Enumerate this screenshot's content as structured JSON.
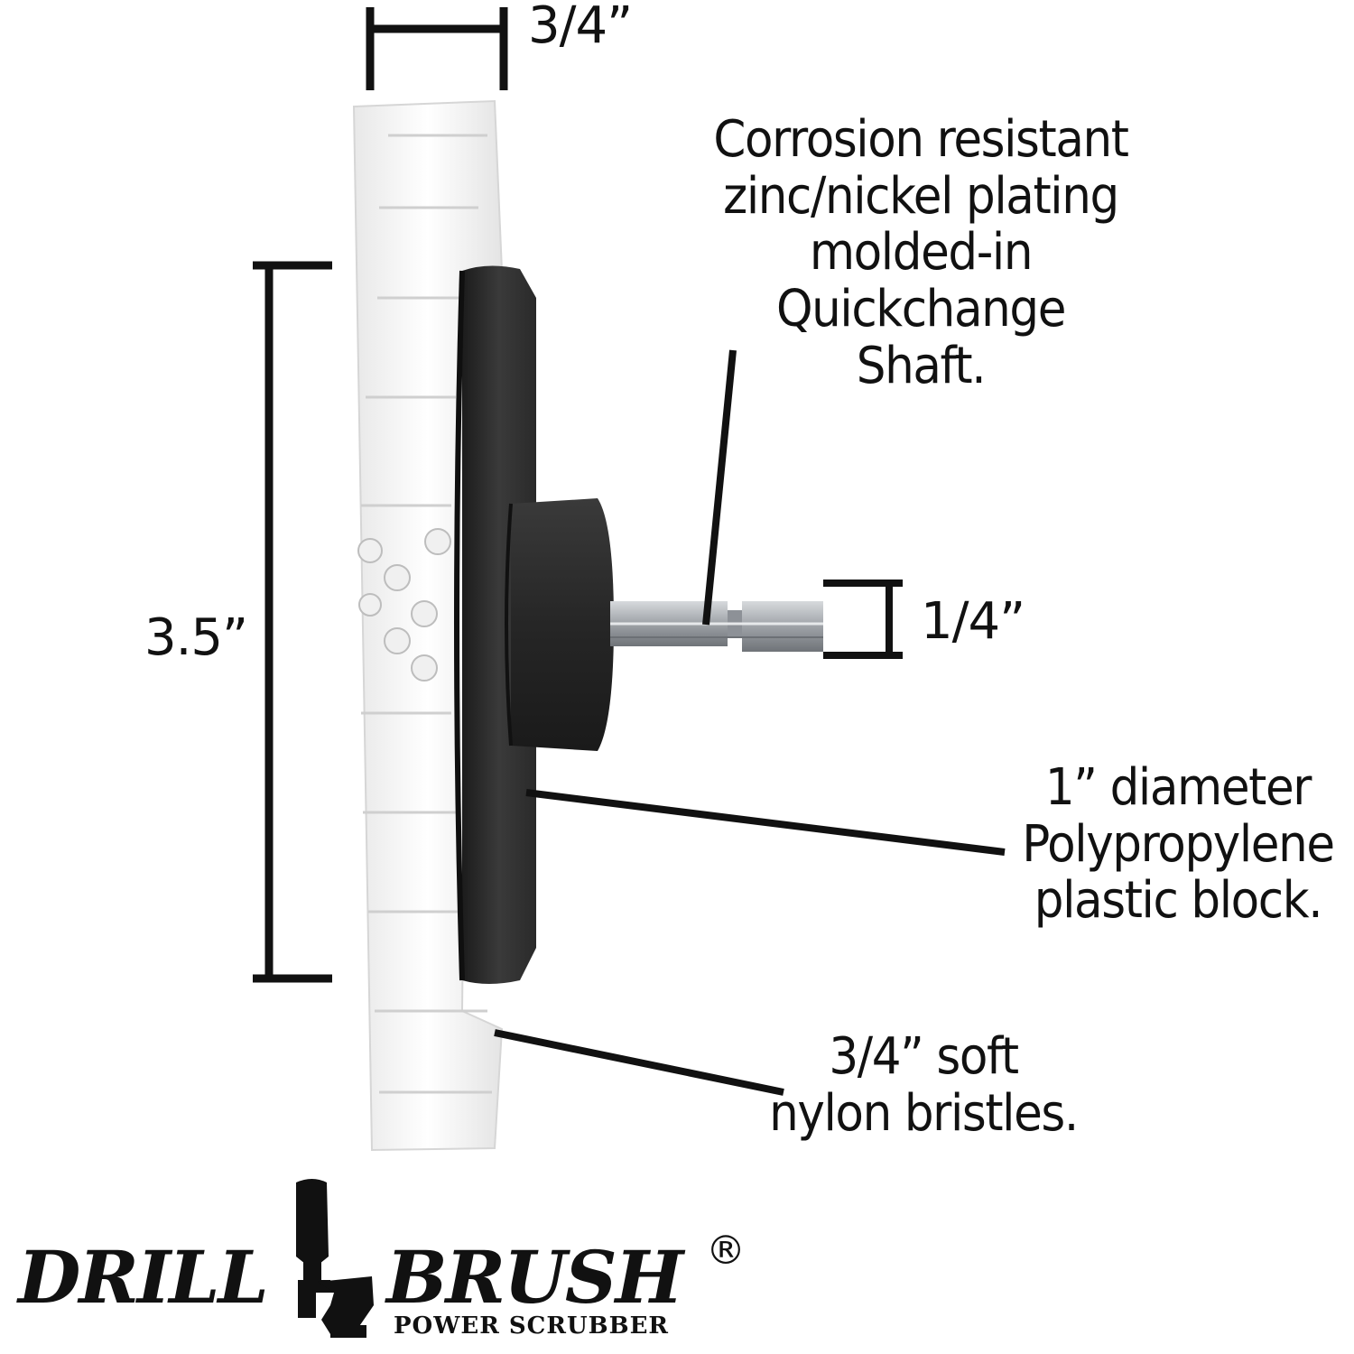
{
  "dimensions": {
    "width_label": "3/4”",
    "height_label": "3.5”",
    "shaft_label": "1/4”"
  },
  "callouts": {
    "shaft": [
      "Corrosion resistant",
      "zinc/nickel plating",
      "molded-in",
      "Quickchange",
      "Shaft."
    ],
    "block": [
      "1” diameter",
      "Polypropylene",
      "plastic block."
    ],
    "bristles": [
      "3/4” soft",
      "nylon bristles."
    ]
  },
  "logo": {
    "word_left": "DRILL",
    "word_right": "BRUSH",
    "registered_mark": "®",
    "tagline": "POWER SCRUBBER"
  },
  "colors": {
    "ink": "#111111",
    "bristle": "#f4f4f4",
    "block": "#2e2e2e",
    "shaft": "#a9adb2"
  }
}
